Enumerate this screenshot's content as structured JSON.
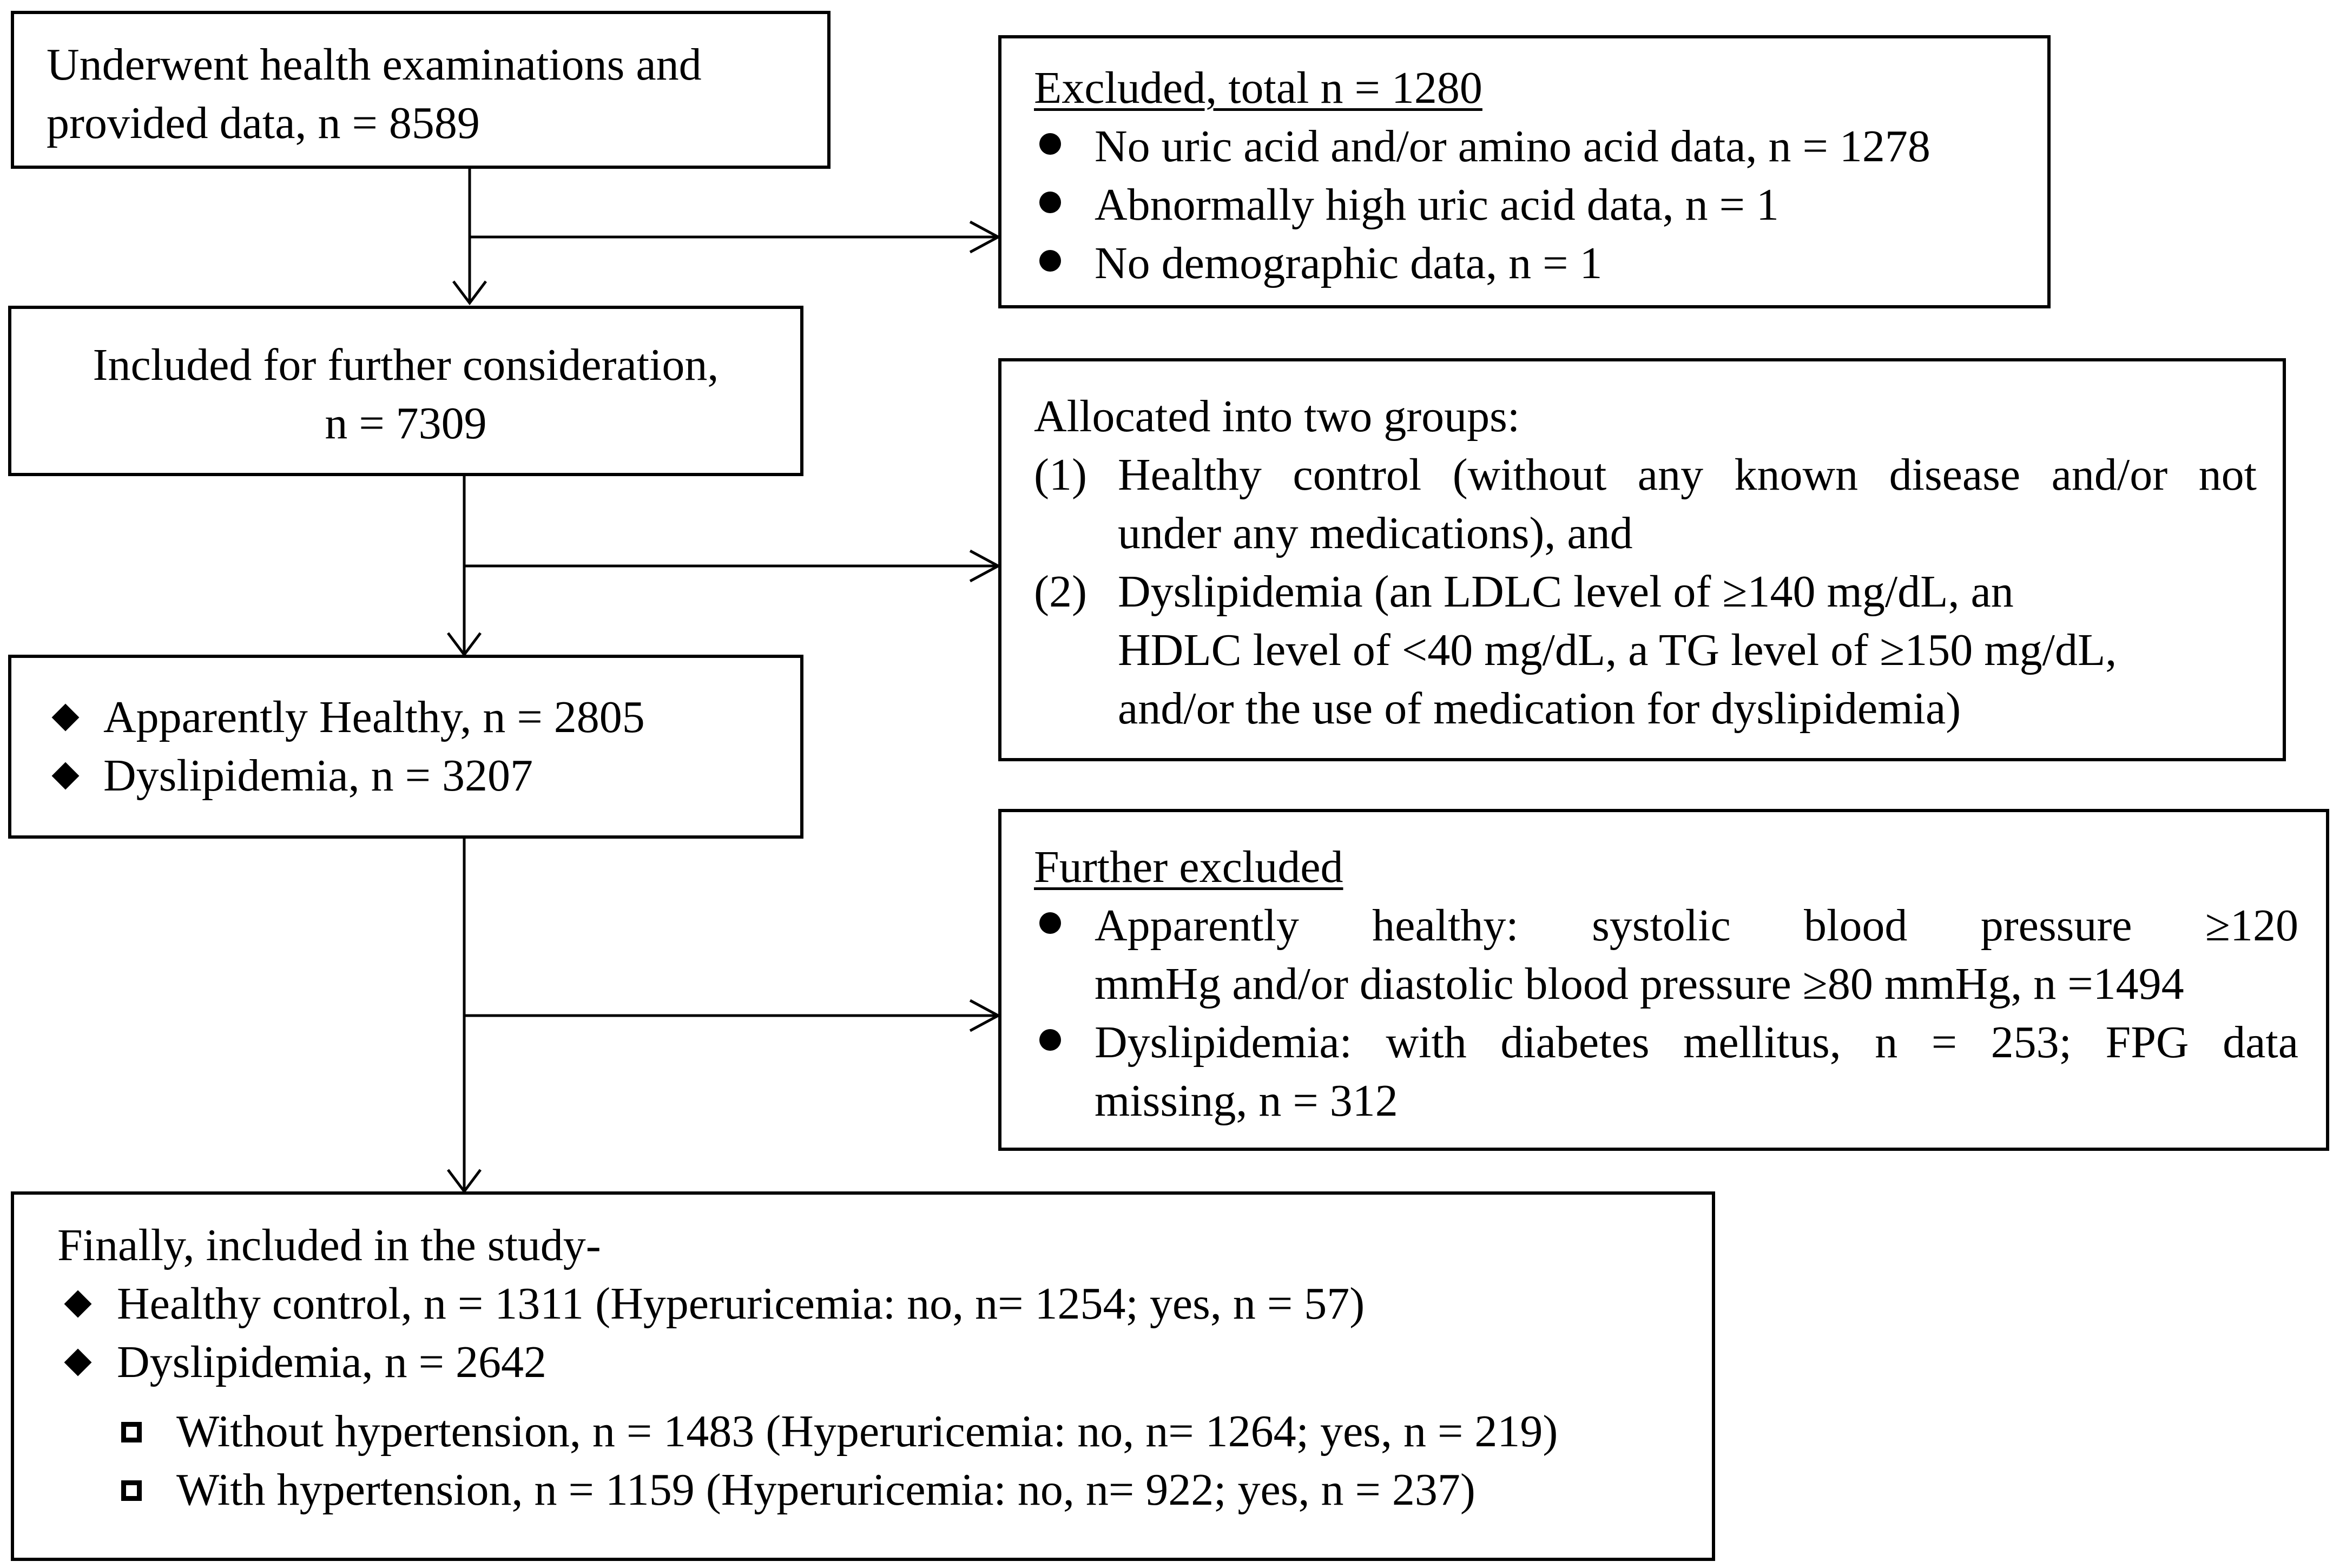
{
  "boxes": {
    "b1": {
      "line1": "Underwent health examinations and",
      "line2": "provided data, n = 8589"
    },
    "excl1": {
      "title": "Excluded, total n = 1280",
      "items": [
        "No uric acid and/or amino acid data, n = 1278",
        "Abnormally high uric acid data, n = 1",
        "No demographic data, n = 1"
      ]
    },
    "b2": {
      "line1": "Included for further consideration,",
      "line2": "n = 7309"
    },
    "alloc": {
      "title": "Allocated into two groups:",
      "item1_num": "(1)",
      "item1_line1": "Healthy control (without any known disease and/or not",
      "item1_line2": "under any medications), and",
      "item2_num": "(2)",
      "item2_line1": "Dyslipidemia (an LDLC level of ≥140 mg/dL, an",
      "item2_line2": "HDLC level of <40 mg/dL, a TG  level of ≥150 mg/dL,",
      "item2_line3": "and/or the use of medication for dyslipidemia)"
    },
    "b3": {
      "items": [
        "Apparently Healthy, n = 2805",
        "Dyslipidemia, n = 3207"
      ]
    },
    "excl2": {
      "title": "Further excluded",
      "item1_line1": "Apparently healthy: systolic blood pressure ≥120",
      "item1_line2": "mmHg and/or diastolic blood pressure ≥80 mmHg, n =1494",
      "item2_line1": "Dyslipidemia: with diabetes mellitus, n = 253; FPG data",
      "item2_line2": "missing, n = 312"
    },
    "final": {
      "title": "Finally, included in the study-",
      "items": [
        "Healthy control, n = 1311 (Hyperuricemia: no, n= 1254; yes, n = 57)",
        "Dyslipidemia, n = 2642"
      ],
      "subitems": [
        "Without hypertension, n = 1483 (Hyperuricemia: no, n= 1264; yes, n = 219)",
        "With hypertension, n = 1159 (Hyperuricemia: no, n= 922; yes, n = 237)"
      ]
    }
  }
}
